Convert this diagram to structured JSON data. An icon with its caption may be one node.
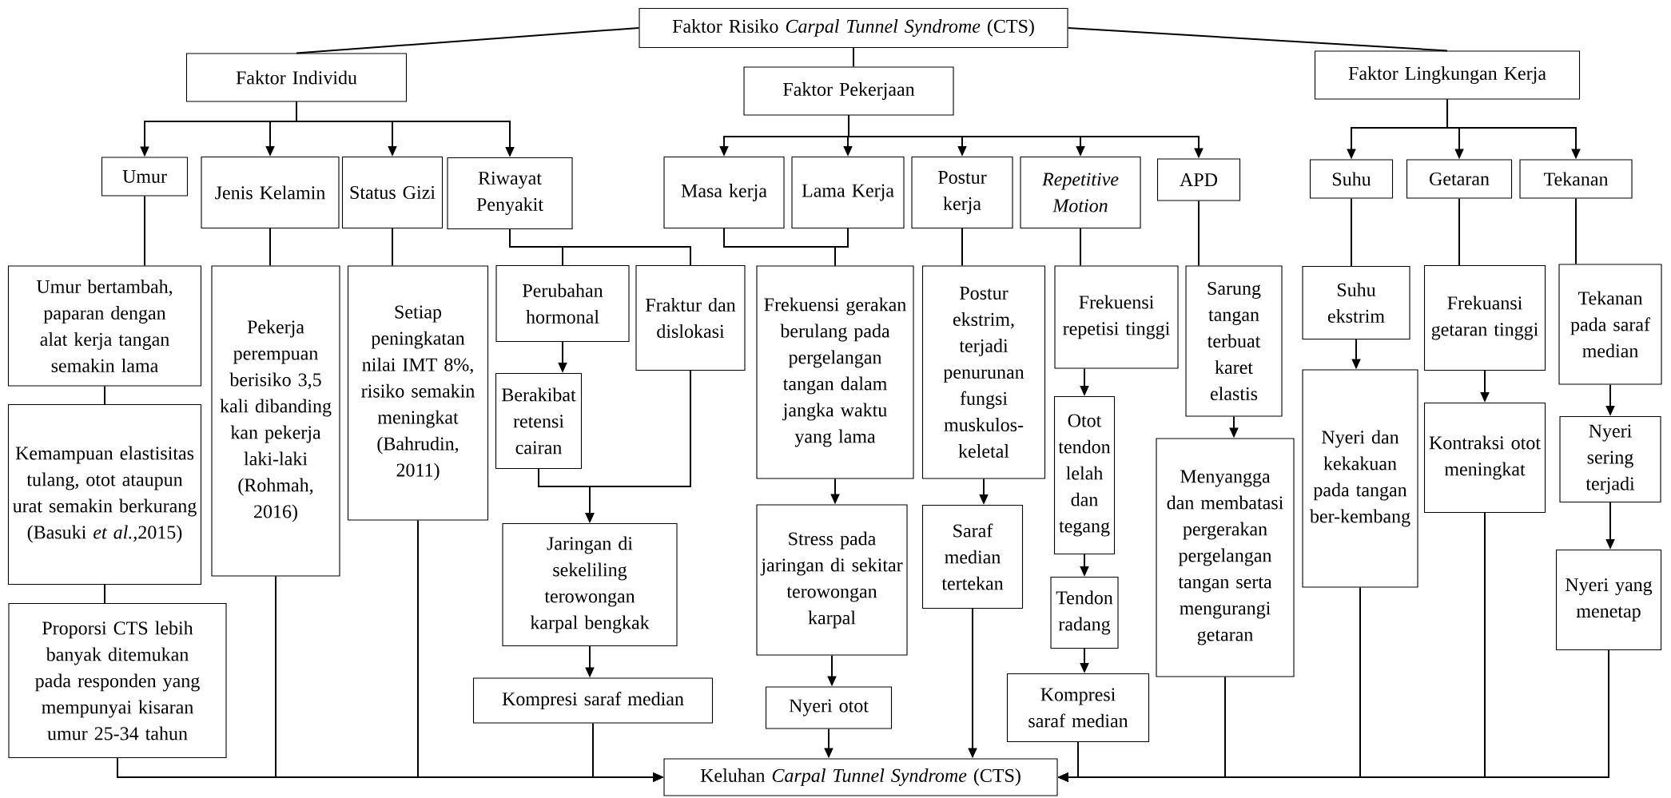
{
  "diagram": {
    "nodes": [
      {
        "text": [
          "Faktor Risiko *Carpal Tunnel Syndrome* (CTS)"
        ]
      },
      {
        "text": [
          "Faktor Individu"
        ]
      },
      {
        "text": [
          "Faktor Pekerjaan"
        ]
      },
      {
        "text": [
          "Faktor Lingkungan Kerja"
        ]
      },
      {
        "text": [
          "Umur"
        ]
      },
      {
        "text": [
          "Jenis Kelamin"
        ]
      },
      {
        "text": [
          "Status Gizi"
        ]
      },
      {
        "text": [
          "Riwayat Penyakit"
        ]
      },
      {
        "text": [
          "Masa kerja"
        ]
      },
      {
        "text": [
          "Lama Kerja"
        ]
      },
      {
        "text": [
          "Postur kerja"
        ]
      },
      {
        "text": [
          "Repetitive Motion"
        ]
      },
      {
        "text": [
          "APD"
        ]
      },
      {
        "text": [
          "Suhu"
        ]
      },
      {
        "text": [
          "Getaran"
        ]
      },
      {
        "text": [
          "Tekanan"
        ]
      },
      {
        "text": [
          "Umur bertambah, paparan dengan alat kerja tangan semakin lama"
        ]
      },
      {
        "text": [
          "Pekerja perempuan berisiko 3,5 kali dibanding kan pekerja laki-laki (Rohmah, 2016)"
        ]
      },
      {
        "text": [
          "Setiap peningkatan nilai IMT 8%, risiko semakin meningkat (Bahrudin, 2011)"
        ]
      },
      {
        "text": [
          "Perubahan hormonal"
        ]
      },
      {
        "text": [
          "Fraktur dan dislokasi"
        ]
      },
      {
        "text": [
          "Frekuensi gerakan berulang pada pergelangan tangan dalam jangka waktu yang lama"
        ]
      },
      {
        "text": [
          "Postur ekstrim, terjadi penurunan fungsi muskulos-keletal"
        ]
      },
      {
        "text": [
          "Frekuensi repetisi tinggi"
        ]
      },
      {
        "text": [
          "Sarung tangan terbuat karet elastis"
        ]
      },
      {
        "text": [
          "Suhu ekstrim"
        ]
      },
      {
        "text": [
          "Frekuansi getaran tinggi"
        ]
      },
      {
        "text": [
          "Tekanan pada saraf median"
        ]
      },
      {
        "text": [
          "Kemampuan elastisitas tulang, otot ataupun urat semakin berkurang (Basuki *et al.*,2015)"
        ]
      },
      {
        "text": [
          "Proporsi CTS lebih banyak ditemukan pada responden yang mempunyai kisaran umur 25-34 tahun"
        ]
      },
      {
        "text": [
          "Berakibat retensi cairan"
        ]
      },
      {
        "text": [
          "Jaringan di sekeliling terowongan karpal bengkak"
        ]
      },
      {
        "text": [
          "Kompresi saraf median"
        ]
      },
      {
        "text": [
          "Stress pada jaringan di sekitar terowongan karpal"
        ]
      },
      {
        "text": [
          "Nyeri otot"
        ]
      },
      {
        "text": [
          "Saraf median tertekan"
        ]
      },
      {
        "text": [
          "Otot tendon lelah dan tegang"
        ]
      },
      {
        "text": [
          "Tendon radang"
        ]
      },
      {
        "text": [
          "Kompresi saraf median"
        ]
      },
      {
        "text": [
          "Menyangga dan membatasi pergerakan pergelangan tangan serta mengurangi getaran"
        ]
      },
      {
        "text": [
          "Nyeri dan kekakuan pada tangan ber-kembang"
        ]
      },
      {
        "text": [
          "Kontraksi otot meningkat"
        ]
      },
      {
        "text": [
          "Nyeri sering terjadi"
        ]
      },
      {
        "text": [
          "Nyeri yang menetap"
        ]
      },
      {
        "text": [
          "Keluhan *Carpal Tunnel Syndrome* (CTS)"
        ]
      }
    ],
    "edges": [
      {
        "from": 0,
        "to": 1,
        "arrow": "none"
      },
      {
        "from": 0,
        "to": 2,
        "arrow": "none"
      },
      {
        "from": 0,
        "to": 3,
        "arrow": "none"
      },
      {
        "from": 1,
        "to": 4,
        "arrow": "to"
      },
      {
        "from": 1,
        "to": 5,
        "arrow": "to"
      },
      {
        "from": 1,
        "to": 6,
        "arrow": "to"
      },
      {
        "from": 1,
        "to": 7,
        "arrow": "to"
      },
      {
        "from": 2,
        "to": 8,
        "arrow": "to"
      },
      {
        "from": 2,
        "to": 9,
        "arrow": "to"
      },
      {
        "from": 2,
        "to": 10,
        "arrow": "to"
      },
      {
        "from": 2,
        "to": 11,
        "arrow": "to"
      },
      {
        "from": 2,
        "to": 12,
        "arrow": "to"
      },
      {
        "from": 3,
        "to": 13,
        "arrow": "to"
      },
      {
        "from": 3,
        "to": 14,
        "arrow": "to"
      },
      {
        "from": 3,
        "to": 15,
        "arrow": "to"
      },
      {
        "from": 4,
        "to": 16,
        "arrow": "none"
      },
      {
        "from": 5,
        "to": 17,
        "arrow": "none"
      },
      {
        "from": 6,
        "to": 18,
        "arrow": "none"
      },
      {
        "from": 7,
        "to": 19,
        "arrow": "none"
      },
      {
        "from": 7,
        "to": 20,
        "arrow": "none"
      },
      {
        "from": 8,
        "to": 21,
        "arrow": "none"
      },
      {
        "from": 9,
        "to": 21,
        "arrow": "none"
      },
      {
        "from": 10,
        "to": 22,
        "arrow": "none"
      },
      {
        "from": 11,
        "to": 23,
        "arrow": "none"
      },
      {
        "from": 12,
        "to": 24,
        "arrow": "none"
      },
      {
        "from": 13,
        "to": 25,
        "arrow": "none"
      },
      {
        "from": 14,
        "to": 26,
        "arrow": "none"
      },
      {
        "from": 15,
        "to": 27,
        "arrow": "none"
      },
      {
        "from": 16,
        "to": 28,
        "arrow": "none"
      },
      {
        "from": 28,
        "to": 29,
        "arrow": "none"
      },
      {
        "from": 19,
        "to": 30,
        "arrow": "to"
      },
      {
        "from": 30,
        "to": 31,
        "arrow": "to"
      },
      {
        "from": 20,
        "to": 31,
        "arrow": "to"
      },
      {
        "from": 31,
        "to": 32,
        "arrow": "to"
      },
      {
        "from": 21,
        "to": 33,
        "arrow": "to"
      },
      {
        "from": 33,
        "to": 34,
        "arrow": "to"
      },
      {
        "from": 22,
        "to": 35,
        "arrow": "to"
      },
      {
        "from": 23,
        "to": 36,
        "arrow": "to"
      },
      {
        "from": 36,
        "to": 37,
        "arrow": "to"
      },
      {
        "from": 37,
        "to": 38,
        "arrow": "to"
      },
      {
        "from": 24,
        "to": 39,
        "arrow": "to"
      },
      {
        "from": 25,
        "to": 40,
        "arrow": "to"
      },
      {
        "from": 26,
        "to": 41,
        "arrow": "to"
      },
      {
        "from": 27,
        "to": 42,
        "arrow": "to"
      },
      {
        "from": 42,
        "to": 43,
        "arrow": "to"
      },
      {
        "from": 29,
        "to": 44,
        "arrow": "to"
      },
      {
        "from": 17,
        "to": 44,
        "arrow": "to"
      },
      {
        "from": 18,
        "to": 44,
        "arrow": "to"
      },
      {
        "from": 32,
        "to": 44,
        "arrow": "to"
      },
      {
        "from": 34,
        "to": 44,
        "arrow": "to"
      },
      {
        "from": 35,
        "to": 44,
        "arrow": "to"
      },
      {
        "from": 38,
        "to": 44,
        "arrow": "to"
      },
      {
        "from": 39,
        "to": 44,
        "arrow": "to"
      },
      {
        "from": 40,
        "to": 44,
        "arrow": "to"
      },
      {
        "from": 41,
        "to": 44,
        "arrow": "to"
      },
      {
        "from": 43,
        "to": 44,
        "arrow": "to"
      }
    ]
  }
}
